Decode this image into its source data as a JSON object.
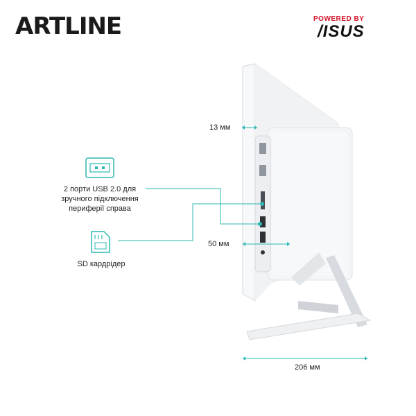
{
  "brand": {
    "logo_text": "ARTLINE"
  },
  "partner": {
    "powered_by": "POWERED BY",
    "name": "/ISUS"
  },
  "dimensions": {
    "thickness": "13 мм",
    "base_depth": "50 мм",
    "stand_depth": "206 мм"
  },
  "features": [
    {
      "icon": "usb-port-icon",
      "label": "2 порти USB 2.0 для зручного підключення периферії справа"
    },
    {
      "icon": "sd-card-icon",
      "label": "SD кардрідер"
    }
  ],
  "colors": {
    "accent": "#2bb7b3",
    "brand_red": "#d3122a",
    "body": "#f3f4f6"
  }
}
